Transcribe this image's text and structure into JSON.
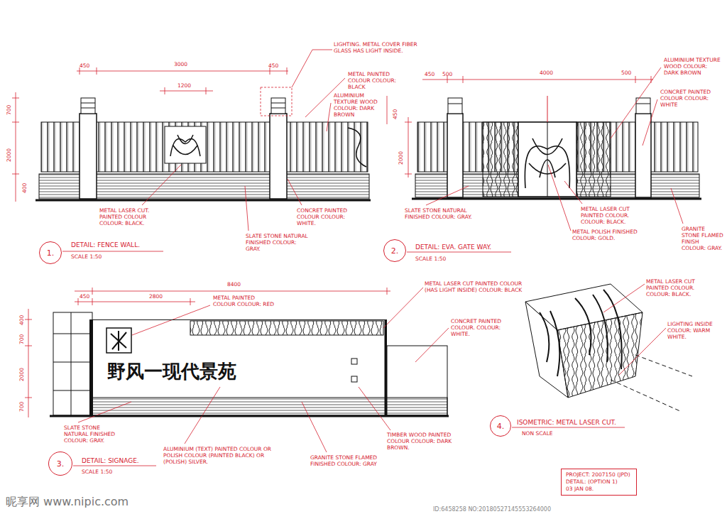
{
  "diagram": {
    "nodes": [
      {
        "text": [
          "1."
        ]
      },
      {
        "text": [
          "2."
        ]
      },
      {
        "text": [
          "野风一现代景苑"
        ]
      },
      {
        "text": [
          "4."
        ]
      },
      {
        "text": [
          "3."
        ]
      },
      {
        "text": [
          "PROJECT: 2007150 (JPD)",
          "DETAIL: (OPTION 1)",
          "03 JAN 08."
        ]
      }
    ],
    "labels": [
      "LIGHTING. METAL COVER FIBER GLASS HAS LIGHT INSIDE.",
      "METAL PAINTED COLOUR COLOUR: BLACK",
      "ALUMINIUM TEXTURE WOOD COLOUR: DARK BROWN",
      "450",
      "3000",
      "450",
      "1200",
      "700",
      "2000",
      "400",
      "450",
      "METAL LASER CUT. PAINTED COLOUR COLOUR: BLACK.",
      "CONCRET PAINTED COLOUR COLOUR: WHITE.",
      "SLATE STONE NATURAL FINISHED COLOUR: GRAY.",
      "DETAIL: FENCE WALL.",
      "SCALE 1:50",
      "450",
      "500",
      "4000",
      "500",
      "ALUMINIUM TEXTURE WOOD COLOUR: DARK BROWN",
      "CONCRET PAINTED COLOUR COLOUR: WHITE",
      "2000",
      "SLATE STONE NATURAL FINISHED COLOUR: GRAY.",
      "METAL LASER CUT PAINTED COLOUR. COLOUR: BLACK.",
      "METAL POLISH FINISHED COLOUR: GOLD.",
      "GRANITE STONE FLAMED FINISH COLOUR: GRAY.",
      "DETAIL: EVA. GATE WAY.",
      "SCALE 1:50",
      "8400",
      "450",
      "2800",
      "400",
      "700",
      "2000",
      "700",
      "METAL PAINTED COLOUR COLOUR: RED",
      "METAL LASER CUT PAINTED COLOUR (HAS LIGHT INSIDE) COLOUR: BLACK",
      "CONCRET PAINTED COLOUR. COLOUR: WHITE.",
      "SLATE STONE NATURAL FINISHED COLOUR: GRAY.",
      "ALUMINIUM (TEXT) PAINTED COLOUR OR POLISH COLOUR (PAINTED BLACK) OR (POLISH) SILVER.",
      "GRANITE STONE FLAMED FINISHED COLOUR: GRAY",
      "TIMBER WOOD PAINTED COLOUR COLOUR: DARK BROWN.",
      "DETAIL: SIGNAGE.",
      "SCALE 1:50",
      "METAL LASER CUT PAINTED COLOUR. COLOUR: BLACK.",
      "LIGHTING INSIDE COLOUR: WARM WHITE.",
      "ISOMETRIC: METAL LASER CUT.",
      "NON SCALE",
      "昵享网 www.nipic.com",
      "ID:6458258 NO:20180527145553264000"
    ]
  }
}
